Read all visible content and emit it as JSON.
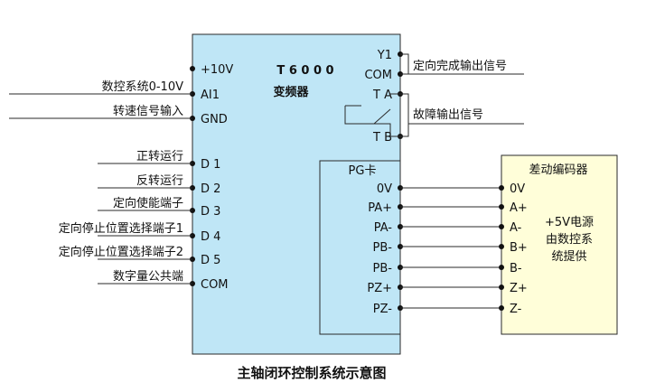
{
  "colors": {
    "inverter_fill": "#bfe6f6",
    "encoder_fill": "#fffed9",
    "line": "#2a2a2a",
    "dot": "#111111"
  },
  "inverter": {
    "model": "T6000",
    "subtitle": "变频器"
  },
  "inverter_terminals_left": [
    {
      "id": "plus10v",
      "label": "+10V",
      "signal": ""
    },
    {
      "id": "ai1",
      "label": "AI1",
      "signal": "数控系统0-10V"
    },
    {
      "id": "gnd",
      "label": "GND",
      "signal": "转速信号输入"
    },
    {
      "id": "d1",
      "label": "D1",
      "signal": "正转运行"
    },
    {
      "id": "d2",
      "label": "D2",
      "signal": "反转运行"
    },
    {
      "id": "d3",
      "label": "D3",
      "signal": "定向使能端子"
    },
    {
      "id": "d4",
      "label": "D4",
      "signal": "定向停止位置选择端子1"
    },
    {
      "id": "d5",
      "label": "D5",
      "signal": "定向停止位置选择端子2"
    },
    {
      "id": "com",
      "label": "COM",
      "signal": "数字量公共端"
    }
  ],
  "inverter_terminals_right": [
    {
      "id": "y1",
      "label": "Y1"
    },
    {
      "id": "com",
      "label": "COM"
    },
    {
      "id": "ta",
      "label": "TA"
    },
    {
      "id": "tb",
      "label": "TB"
    }
  ],
  "output_signals": {
    "orientation_done": "定向完成输出信号",
    "fault": "故障输出信号"
  },
  "pg_card": {
    "title": "PG卡",
    "pins": [
      "0V",
      "PA+",
      "PA-",
      "PB-",
      "PB-",
      "PZ+",
      "PZ-"
    ]
  },
  "encoder": {
    "title": "差动编码器",
    "pins": [
      "0V",
      "A+",
      "A-",
      "B+",
      "B-",
      "Z+",
      "Z-"
    ],
    "power_note": [
      "+5V电源",
      "由数控系",
      "统提供"
    ]
  },
  "caption": "主轴闭环控制系统示意图"
}
